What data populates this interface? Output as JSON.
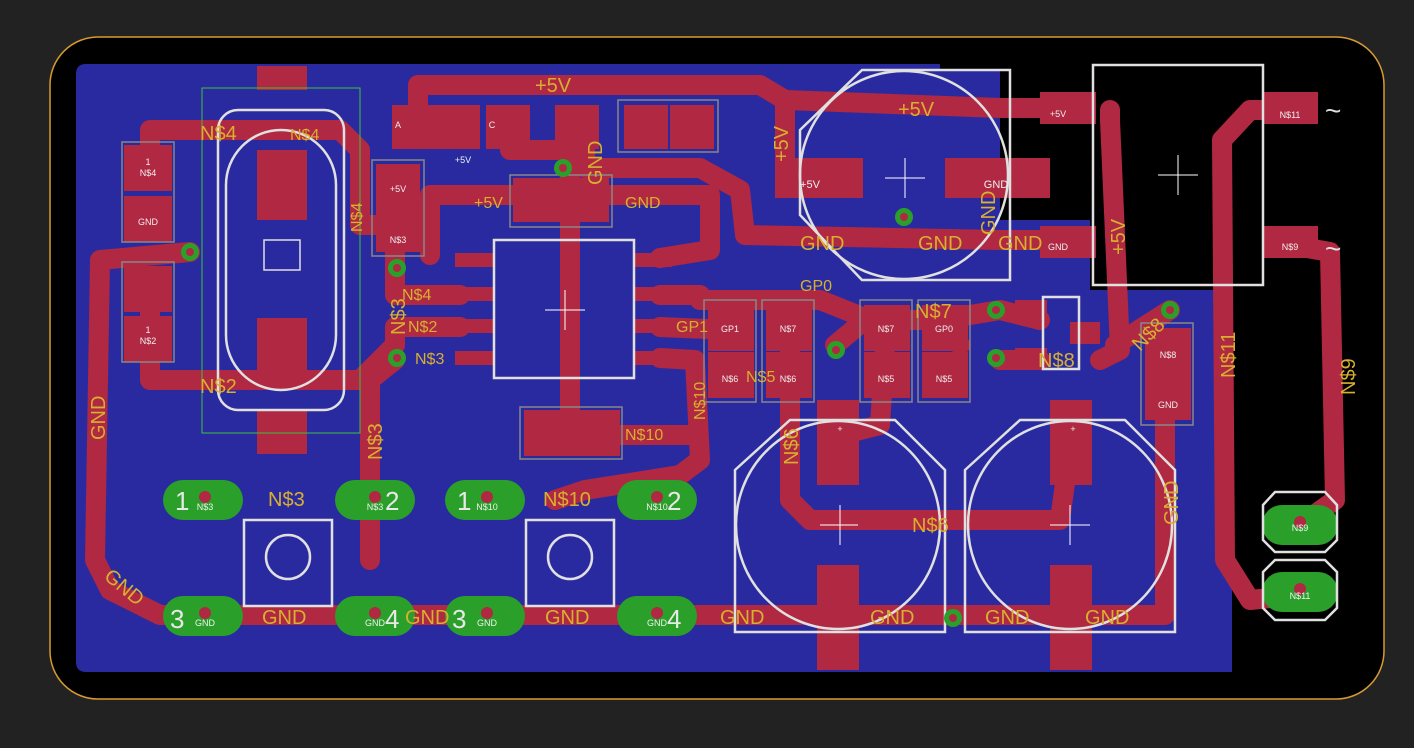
{
  "colors": {
    "background": "#222222",
    "board_outline": "#d89a30",
    "ground_fill": "#2a2aa0",
    "copper_trace": "#b02842",
    "silkscreen": "#e8e8e8",
    "via": "#2aa02a",
    "net_label": "#d8b030"
  },
  "net_labels": {
    "p5v_top": "+5V",
    "p5v_cap": "+5V",
    "p5v_vert": "+5V",
    "p5v_mid": "+5V",
    "p5v_reg": "+5V",
    "gnd_mid": "GND",
    "gnd_a": "GND",
    "gnd_b": "GND",
    "gnd_c": "GND",
    "gnd_vert_cap": "GND",
    "gnd_vert_u1": "GND",
    "gnd_left": "GND",
    "gnd_bl": "GND",
    "gnd_sw1": "GND",
    "gnd_sw1b": "GND",
    "gnd_sw2": "GND",
    "gnd_b1": "GND",
    "gnd_b2": "GND",
    "gnd_b3": "GND",
    "gnd_b4": "GND",
    "gnd_right": "GND",
    "n4_a": "N$4",
    "n4_b": "N$4",
    "n4_c": "N$4",
    "n4_d": "N$4",
    "n2_a": "N$2",
    "n2_b": "N$2",
    "n3_a": "N$3",
    "n3_b": "N$3",
    "n3_c": "N$3",
    "n3_sw": "N$3",
    "n10_sw": "N$10",
    "n10_a": "N$10",
    "n10_b": "N$10",
    "gp0": "GP0",
    "gp1": "GP1",
    "n7": "N$7",
    "n8_a": "N$8",
    "n8_b": "N$8",
    "n5": "N$5",
    "n6_a": "N$6",
    "n6_b": "N$6",
    "n11": "N$11",
    "n9": "N$9",
    "tilde1": "~",
    "tilde2": "~"
  },
  "pin_labels": {
    "p1": "1",
    "p2": "2",
    "p3": "3",
    "p4": "4",
    "n4": "N$4",
    "n2": "N$2",
    "n3": "N$3",
    "n5": "N$5",
    "n6": "N$6",
    "n7": "N$7",
    "n8": "N$8",
    "n9": "N$9",
    "n10": "N$10",
    "n11": "N$11",
    "gnd": "GND",
    "p5v": "+5V",
    "gp0": "GP0",
    "gp1": "GP1",
    "a": "A",
    "c": "C",
    "plus": "+"
  },
  "button_numbers": {
    "s1_1": "1",
    "s1_2": "2",
    "s1_3": "3",
    "s1_4": "4",
    "s2_1": "1",
    "s2_2": "2",
    "s2_3": "3",
    "s2_4": "4"
  }
}
